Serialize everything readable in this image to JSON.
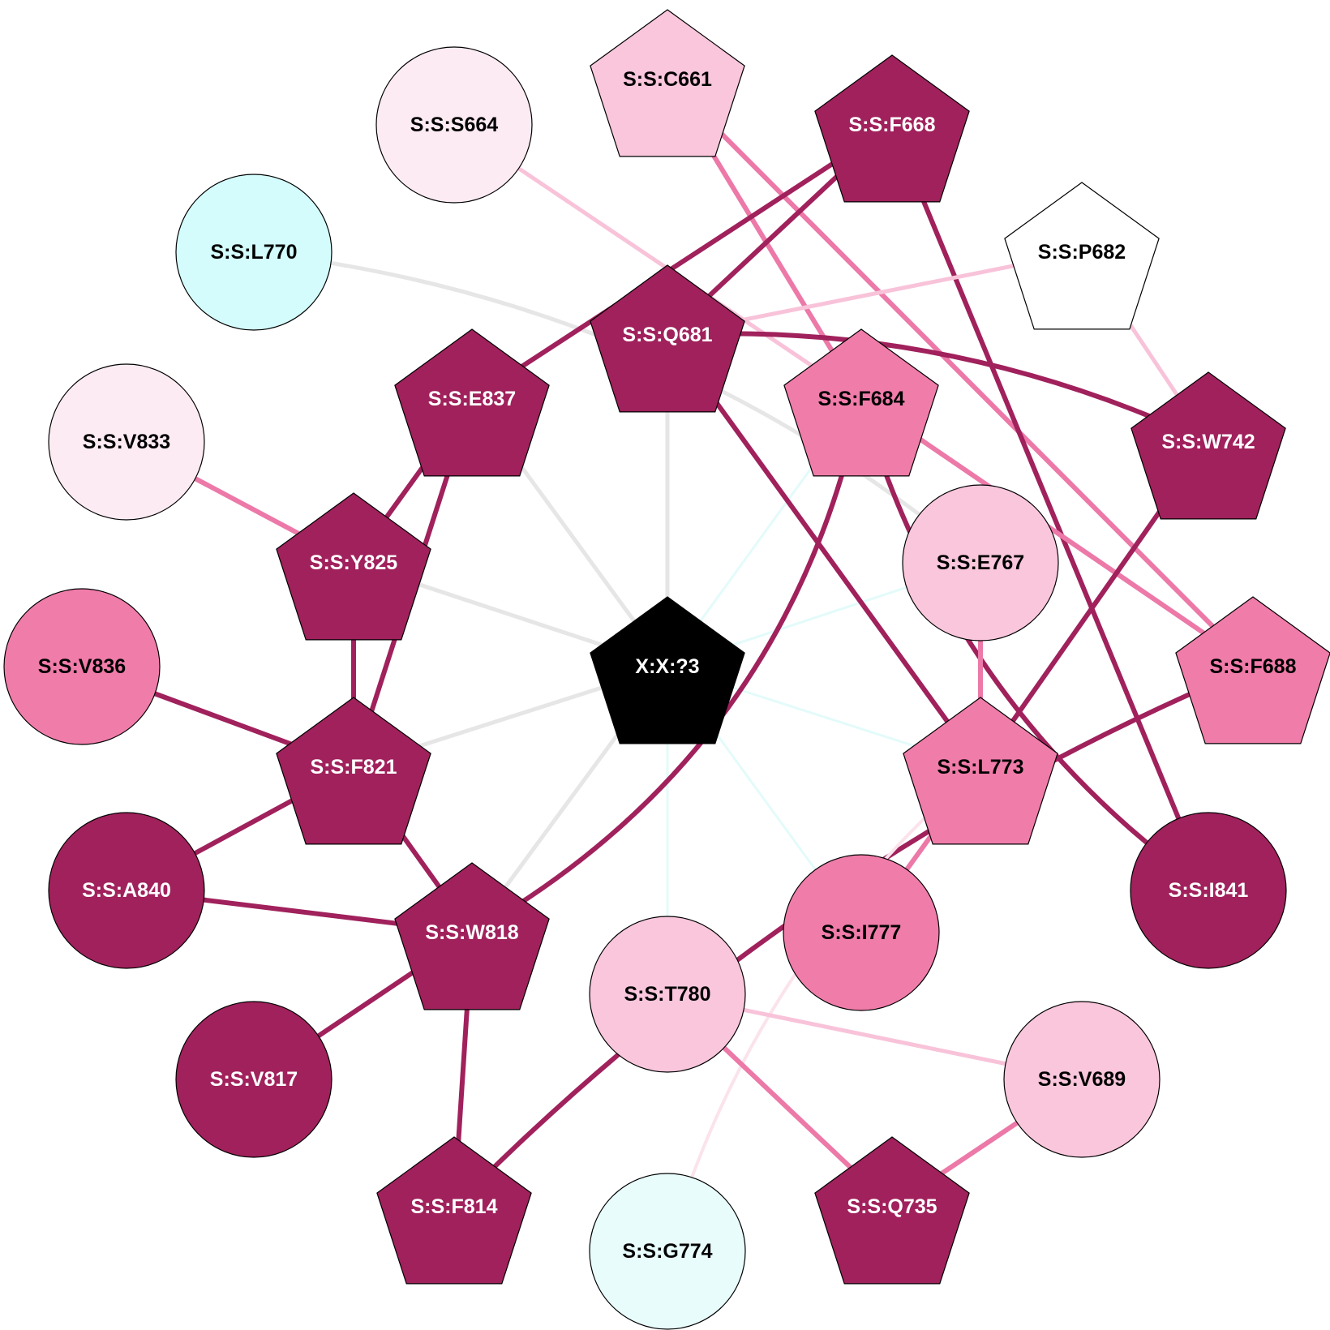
{
  "colors": {
    "dark": "#a0215c",
    "mid": "#f07caa",
    "light": "#f9c6dc",
    "pale": "#fcebf3",
    "cyan": "#d4fcfc",
    "pale_cyan": "#e8fcfc",
    "white": "#ffffff",
    "black": "#000000",
    "edge_gray": "#e6e6e6",
    "edge_cyan": "#e3fbfa",
    "edge_dark": "#a0215c",
    "edge_mid": "#ec79a8",
    "edge_light": "#f8c3d9",
    "edge_pale": "#fbe3ec"
  },
  "nodes": [
    {
      "id": "X:X:?3",
      "shape": "pentagon",
      "fill": "black",
      "text": "light"
    },
    {
      "id": "S:S:C661",
      "shape": "pentagon",
      "fill": "light",
      "text": "dark"
    },
    {
      "id": "S:S:S664",
      "shape": "circle",
      "fill": "pale",
      "text": "dark"
    },
    {
      "id": "S:S:F668",
      "shape": "pentagon",
      "fill": "dark",
      "text": "light"
    },
    {
      "id": "S:S:L770",
      "shape": "circle",
      "fill": "cyan",
      "text": "dark"
    },
    {
      "id": "S:S:P682",
      "shape": "pentagon",
      "fill": "white",
      "text": "dark"
    },
    {
      "id": "S:S:Q681",
      "shape": "pentagon",
      "fill": "dark",
      "text": "light"
    },
    {
      "id": "S:S:E837",
      "shape": "pentagon",
      "fill": "dark",
      "text": "light"
    },
    {
      "id": "S:S:F684",
      "shape": "pentagon",
      "fill": "mid",
      "text": "dark"
    },
    {
      "id": "S:S:V833",
      "shape": "circle",
      "fill": "pale",
      "text": "dark"
    },
    {
      "id": "S:S:W742",
      "shape": "pentagon",
      "fill": "dark",
      "text": "light"
    },
    {
      "id": "S:S:Y825",
      "shape": "pentagon",
      "fill": "dark",
      "text": "light"
    },
    {
      "id": "S:S:E767",
      "shape": "circle",
      "fill": "light",
      "text": "dark"
    },
    {
      "id": "S:S:V836",
      "shape": "circle",
      "fill": "mid",
      "text": "dark"
    },
    {
      "id": "S:S:F688",
      "shape": "pentagon",
      "fill": "mid",
      "text": "dark"
    },
    {
      "id": "S:S:F821",
      "shape": "pentagon",
      "fill": "dark",
      "text": "light"
    },
    {
      "id": "S:S:L773",
      "shape": "pentagon",
      "fill": "mid",
      "text": "dark"
    },
    {
      "id": "S:S:A840",
      "shape": "circle",
      "fill": "dark",
      "text": "light"
    },
    {
      "id": "S:S:I841",
      "shape": "circle",
      "fill": "dark",
      "text": "light"
    },
    {
      "id": "S:S:W818",
      "shape": "pentagon",
      "fill": "dark",
      "text": "light"
    },
    {
      "id": "S:S:I777",
      "shape": "circle",
      "fill": "mid",
      "text": "dark"
    },
    {
      "id": "S:S:T780",
      "shape": "circle",
      "fill": "light",
      "text": "dark"
    },
    {
      "id": "S:S:V817",
      "shape": "circle",
      "fill": "dark",
      "text": "light"
    },
    {
      "id": "S:S:V689",
      "shape": "circle",
      "fill": "light",
      "text": "dark"
    },
    {
      "id": "S:S:F814",
      "shape": "pentagon",
      "fill": "dark",
      "text": "light"
    },
    {
      "id": "S:S:Q735",
      "shape": "pentagon",
      "fill": "dark",
      "text": "light"
    },
    {
      "id": "S:S:G774",
      "shape": "circle",
      "fill": "pale_cyan",
      "text": "dark"
    }
  ],
  "edges": [
    {
      "source": "X:X:?3",
      "target": "S:S:Q681",
      "color": "edge_gray",
      "width": 5
    },
    {
      "source": "X:X:?3",
      "target": "S:S:E837",
      "color": "edge_gray",
      "width": 5
    },
    {
      "source": "X:X:?3",
      "target": "S:S:Y825",
      "color": "edge_gray",
      "width": 5
    },
    {
      "source": "X:X:?3",
      "target": "S:S:F821",
      "color": "edge_gray",
      "width": 5
    },
    {
      "source": "X:X:?3",
      "target": "S:S:W818",
      "color": "edge_gray",
      "width": 5
    },
    {
      "source": "X:X:?3",
      "target": "S:S:F684",
      "color": "edge_cyan",
      "width": 3
    },
    {
      "source": "X:X:?3",
      "target": "S:S:E767",
      "color": "edge_cyan",
      "width": 3
    },
    {
      "source": "X:X:?3",
      "target": "S:S:L773",
      "color": "edge_cyan",
      "width": 3
    },
    {
      "source": "X:X:?3",
      "target": "S:S:I777",
      "color": "edge_cyan",
      "width": 3
    },
    {
      "source": "X:X:?3",
      "target": "S:S:T780",
      "color": "edge_cyan",
      "width": 3
    },
    {
      "source": "S:S:L770",
      "target": "S:S:E767",
      "color": "edge_gray",
      "width": 5,
      "bend": -60
    },
    {
      "source": "S:S:S664",
      "target": "S:S:F684",
      "color": "edge_light",
      "width": 5
    },
    {
      "source": "S:S:C661",
      "target": "S:S:F684",
      "color": "edge_mid",
      "width": 6
    },
    {
      "source": "S:S:C661",
      "target": "S:S:F688",
      "color": "edge_mid",
      "width": 6
    },
    {
      "source": "S:S:F668",
      "target": "S:S:E837",
      "color": "edge_dark",
      "width": 6
    },
    {
      "source": "S:S:F668",
      "target": "S:S:Q681",
      "color": "edge_dark",
      "width": 6
    },
    {
      "source": "S:S:F668",
      "target": "S:S:I841",
      "color": "edge_dark",
      "width": 6
    },
    {
      "source": "S:S:P682",
      "target": "S:S:Q681",
      "color": "edge_light",
      "width": 5
    },
    {
      "source": "S:S:P682",
      "target": "S:S:W742",
      "color": "edge_light",
      "width": 5
    },
    {
      "source": "S:S:Q681",
      "target": "S:S:W742",
      "color": "edge_dark",
      "width": 6,
      "bend": -50
    },
    {
      "source": "S:S:Q681",
      "target": "S:S:L773",
      "color": "edge_dark",
      "width": 6
    },
    {
      "source": "S:S:F684",
      "target": "S:S:F688",
      "color": "edge_mid",
      "width": 6
    },
    {
      "source": "S:S:F684",
      "target": "S:S:W818",
      "color": "edge_dark",
      "width": 6,
      "bend": -90
    },
    {
      "source": "S:S:F684",
      "target": "S:S:I841",
      "color": "edge_dark",
      "width": 6,
      "bend": 70
    },
    {
      "source": "S:S:W742",
      "target": "S:S:L773",
      "color": "edge_dark",
      "width": 6
    },
    {
      "source": "S:S:E837",
      "target": "S:S:Y825",
      "color": "edge_dark",
      "width": 6
    },
    {
      "source": "S:S:E837",
      "target": "S:S:F821",
      "color": "edge_dark",
      "width": 6
    },
    {
      "source": "S:S:V833",
      "target": "S:S:Y825",
      "color": "edge_mid",
      "width": 6
    },
    {
      "source": "S:S:Y825",
      "target": "S:S:F821",
      "color": "edge_dark",
      "width": 6
    },
    {
      "source": "S:S:V836",
      "target": "S:S:F821",
      "color": "edge_dark",
      "width": 6
    },
    {
      "source": "S:S:F821",
      "target": "S:S:A840",
      "color": "edge_dark",
      "width": 6
    },
    {
      "source": "S:S:F821",
      "target": "S:S:W818",
      "color": "edge_dark",
      "width": 6
    },
    {
      "source": "S:S:A840",
      "target": "S:S:W818",
      "color": "edge_dark",
      "width": 6
    },
    {
      "source": "S:S:W818",
      "target": "S:S:V817",
      "color": "edge_dark",
      "width": 6
    },
    {
      "source": "S:S:W818",
      "target": "S:S:F814",
      "color": "edge_dark",
      "width": 6
    },
    {
      "source": "S:S:F688",
      "target": "S:S:F814",
      "color": "edge_dark",
      "width": 6,
      "bend": 40
    },
    {
      "source": "S:S:E767",
      "target": "S:S:L773",
      "color": "edge_mid",
      "width": 6
    },
    {
      "source": "S:S:L773",
      "target": "S:S:I777",
      "color": "edge_mid",
      "width": 6
    },
    {
      "source": "S:S:L773",
      "target": "S:S:G774",
      "color": "edge_pale",
      "width": 4,
      "bend": 60
    },
    {
      "source": "S:S:T780",
      "target": "S:S:V689",
      "color": "edge_light",
      "width": 5
    },
    {
      "source": "S:S:T780",
      "target": "S:S:Q735",
      "color": "edge_mid",
      "width": 6
    },
    {
      "source": "S:S:V689",
      "target": "S:S:Q735",
      "color": "edge_mid",
      "width": 6
    }
  ]
}
